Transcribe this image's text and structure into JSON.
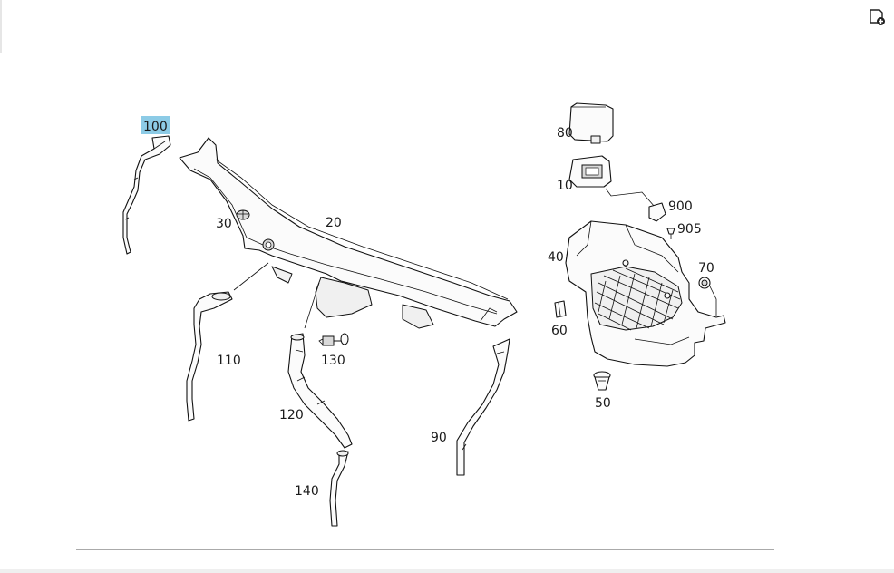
{
  "toolbar": {
    "icon": "add-note-icon"
  },
  "diagram": {
    "highlighted_callout": "100",
    "callouts": {
      "c100": "100",
      "c20": "20",
      "c30": "30",
      "c110": "110",
      "c120": "120",
      "c130": "130",
      "c140": "140",
      "c90": "90",
      "c80": "80",
      "c10": "10",
      "c900": "900",
      "c905": "905",
      "c40": "40",
      "c70": "70",
      "c60": "60",
      "c50": "50"
    }
  },
  "colors": {
    "highlight": "#8ccbe6",
    "line": "#111111",
    "background": "#ffffff"
  }
}
